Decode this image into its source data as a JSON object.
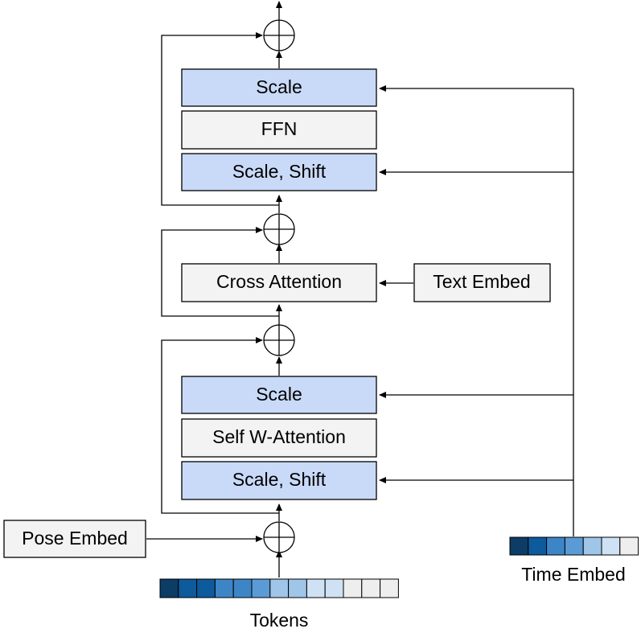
{
  "blocks": {
    "scale_top": "Scale",
    "ffn": "FFN",
    "scale_shift_top": "Scale, Shift",
    "cross_attention": "Cross Attention",
    "scale_bottom": "Scale",
    "self_attention": "Self W-Attention",
    "scale_shift_bottom": "Scale, Shift"
  },
  "inputs": {
    "text_embed": "Text Embed",
    "pose_embed": "Pose Embed",
    "time_embed": "Time Embed",
    "tokens": "Tokens"
  },
  "colors": {
    "modulation_fill": "#c9daf8",
    "layer_fill": "#f3f3f3",
    "token_cells": [
      "#0b3d66",
      "#0d5a9c",
      "#0d5a9c",
      "#3d85c6",
      "#3d85c6",
      "#5b9bd5",
      "#9fc5e8",
      "#9fc5e8",
      "#cfe2f3",
      "#cfe2f3",
      "#eeeeee",
      "#eeeeee",
      "#eeeeee"
    ],
    "time_cells": [
      "#0b3d66",
      "#0d5a9c",
      "#3d85c6",
      "#5b9bd5",
      "#9fc5e8",
      "#cfe2f3",
      "#eeeeee"
    ]
  }
}
